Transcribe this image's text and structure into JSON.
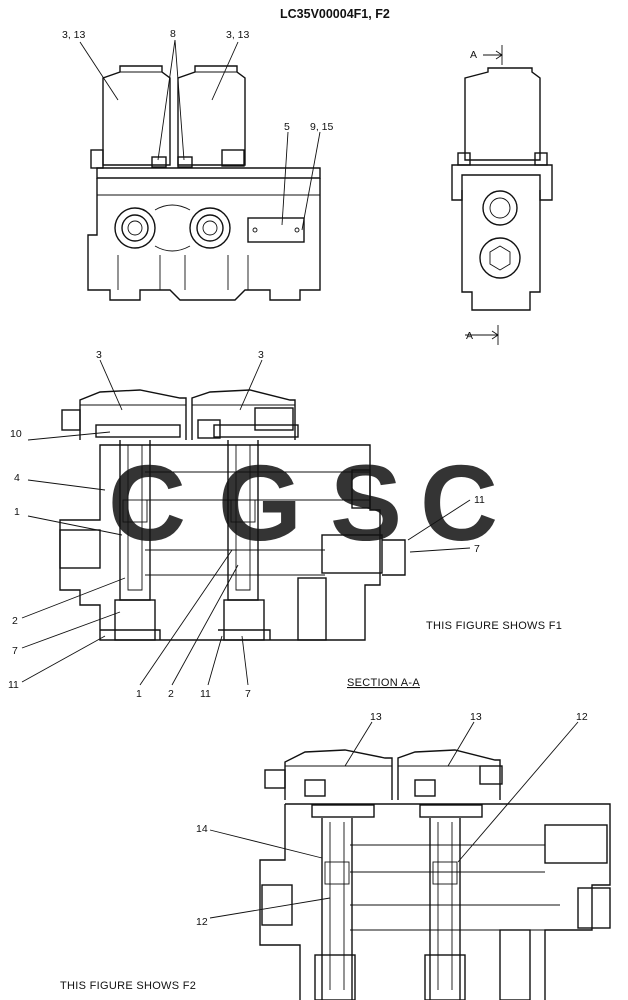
{
  "header": {
    "code": "LC35V00004F1, F2"
  },
  "captions": {
    "f1": "THIS FIGURE SHOWS  F1",
    "section": "SECTION  A-A",
    "f2": "THIS FIGURE SHOWS  F2"
  },
  "view_markers": {
    "top": "A",
    "bottom": "A"
  },
  "watermark": {
    "letters": [
      {
        "char": "C",
        "color": "#4a7fe0"
      },
      {
        "char": "G",
        "color": "#e8504a"
      },
      {
        "char": "S",
        "color": "#f2d23a"
      },
      {
        "char": "C",
        "color": "#3fae6e"
      }
    ]
  },
  "callouts": {
    "top": {
      "l1": "3, 13",
      "l2": "8",
      "l3": "3, 13",
      "l4": "5",
      "l5": "9, 15"
    },
    "mid": {
      "c3a": "3",
      "c3b": "3",
      "c10": "10",
      "c4": "4",
      "c1a": "1",
      "c11a": "11",
      "c7a": "7",
      "c2a": "2",
      "c7b": "7",
      "c11b": "11",
      "c1b": "1",
      "c2b": "2",
      "c11c": "11",
      "c7c": "7"
    },
    "bot": {
      "c13a": "13",
      "c13b": "13",
      "c12a": "12",
      "c14": "14",
      "c12b": "12"
    }
  }
}
